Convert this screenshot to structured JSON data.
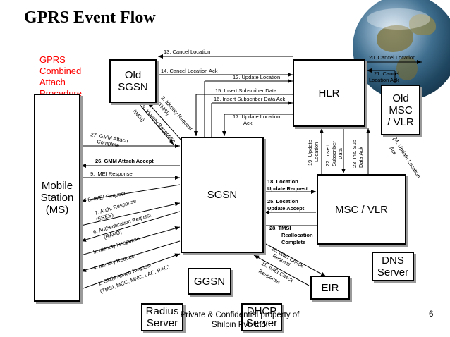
{
  "title": "GPRS Event Flow",
  "procedure_label": [
    "GPRS",
    "Combined",
    "Attach",
    "Procedure"
  ],
  "nodes": {
    "old_sgsn": "Old\nSGSN",
    "hlr": "HLR",
    "old_msc": "Old\nMSC\n/ VLR",
    "mobile_station": "Mobile\nStation\n(MS)",
    "sgsn": "SGSN",
    "msc_vlr": "MSC / VLR",
    "ggsn": "GGSN",
    "eir": "EIR",
    "dns": "DNS\nServer",
    "radius": "Radius\nServer",
    "dhcp": "DHCP\nServer"
  },
  "messages": {
    "m13": "13. Cancel Location",
    "m14": "14. Cancel Location Ack",
    "m12": "12. Update Location",
    "m15": "15. Insert Subscriber Data",
    "m16": "16. Insert Subscriber Data Ack",
    "m17a": "17. Update Location",
    "m17b": "Ack",
    "m20": "20. Cancel Location",
    "m21a": "21. Cancel",
    "m21b": "Location Ack",
    "m2a": "2. Identity Request",
    "m2b": "(TMSI)",
    "m3a": "3. Identity Response",
    "m3b": "(IMSI)",
    "m27a": "27. GMM Attach",
    "m27b": "Complete",
    "m26": "26. GMM Attach Accept",
    "m9": "9. IMEI Response",
    "m8": "8. IMEI Request",
    "m7a": "7. Auth. Response",
    "m7b": "(SRES)",
    "m6a": "6. Authentication Request",
    "m6b": "(RAND)",
    "m5": "5. Identity Response",
    "m4": "4. Identity Request",
    "m1a": "1. GMM Attach Request",
    "m1b": "(TMSI, MCC, MNC, LAC, RAC)",
    "m19a": "19. Update",
    "m19b": "Location",
    "m22a": "22. Insert",
    "m22b": "Subscriber",
    "m22c": "Data",
    "m23a": "23. Ins. Sub",
    "m23b": "Data Ack",
    "m24a": "24. Update Location",
    "m24b": "Ack",
    "m18a": "18. Location",
    "m18b": "Update Request",
    "m25a": "25. Location",
    "m25b": "Update Accept",
    "m28a": "28. TMSI",
    "m28b": "Reallocation",
    "m28c": "Complete",
    "m10a": "10. IMEI Check",
    "m10b": "Request",
    "m11a": "11. IMEI Check",
    "m11b": "Response"
  },
  "footer": [
    "Private & Confidential property of",
    "Shilpin Pvt. Ltd."
  ],
  "page_number": "6"
}
